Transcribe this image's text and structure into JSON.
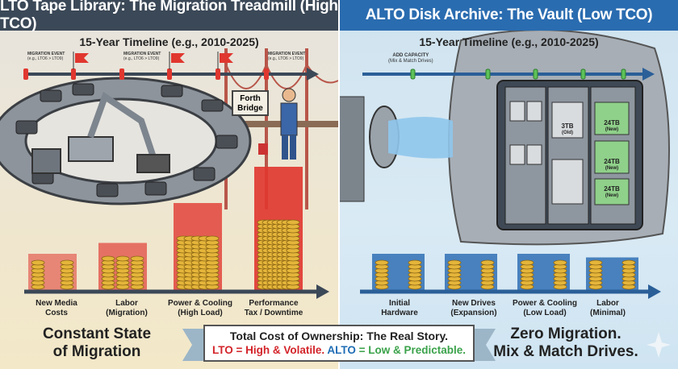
{
  "left": {
    "title": "LTO Tape Library: The Migration Treadmill (High TCO)",
    "timeline_title": "15-Year Timeline (e.g., 2010-2025)",
    "events": [
      {
        "label": "MIGRATION EVENT",
        "sub": "(e.g., LTO6 > LTO9)"
      },
      {
        "label": "MIGRATION EVENT",
        "sub": "(e.g., LTO6 > LTO9)"
      },
      {
        "label": "MIGRATION EVENT",
        "sub": "(e.g., LTO6 > LTO9)"
      }
    ],
    "sign": "Forth Bridge",
    "costs": [
      {
        "label": "New Media",
        "label2": "Costs",
        "level": 1
      },
      {
        "label": "Labor",
        "label2": "(Migration)",
        "level": 1.3
      },
      {
        "label": "Power & Cooling",
        "label2": "(High Load)",
        "level": 2.4
      },
      {
        "label": "Performance",
        "label2": "Tax / Downtime",
        "level": 3.4
      }
    ],
    "tagline1": "Constant State",
    "tagline2": "of Migration",
    "bar_color": "#e0372f"
  },
  "right": {
    "title": "ALTO Disk Archive: The Vault (Low TCO)",
    "timeline_title": "15-Year Timeline (e.g., 2010-2025)",
    "event": {
      "label": "ADD CAPACITY",
      "sub": "(Mix & Match Drives)"
    },
    "drives": [
      {
        "size": "3TB",
        "note": "(Old)"
      },
      {
        "size": "24TB",
        "note": "(New)"
      },
      {
        "size": "24TB",
        "note": "(New)"
      },
      {
        "size": "24TB",
        "note": "(New)"
      }
    ],
    "costs": [
      {
        "label": "Initial",
        "label2": "Hardware",
        "level": 1
      },
      {
        "label": "New Drives",
        "label2": "(Expansion)",
        "level": 1
      },
      {
        "label": "Power & Cooling",
        "label2": "(Low Load)",
        "level": 1
      },
      {
        "label": "Labor",
        "label2": "(Minimal)",
        "level": 0.9
      }
    ],
    "tagline1": "Zero Migration.",
    "tagline2": "Mix & Match Drives.",
    "bar_color": "#2f6fb4"
  },
  "banner": {
    "line1": "Total Cost of Ownership: The Real Story.",
    "lto": "LTO = High & Volatile.",
    "alto": "ALTO",
    "alto_rest": "= Low & Predictable.",
    "colors": {
      "red": "#d3242a",
      "blue": "#1f6db5",
      "green": "#3aa24a"
    }
  }
}
